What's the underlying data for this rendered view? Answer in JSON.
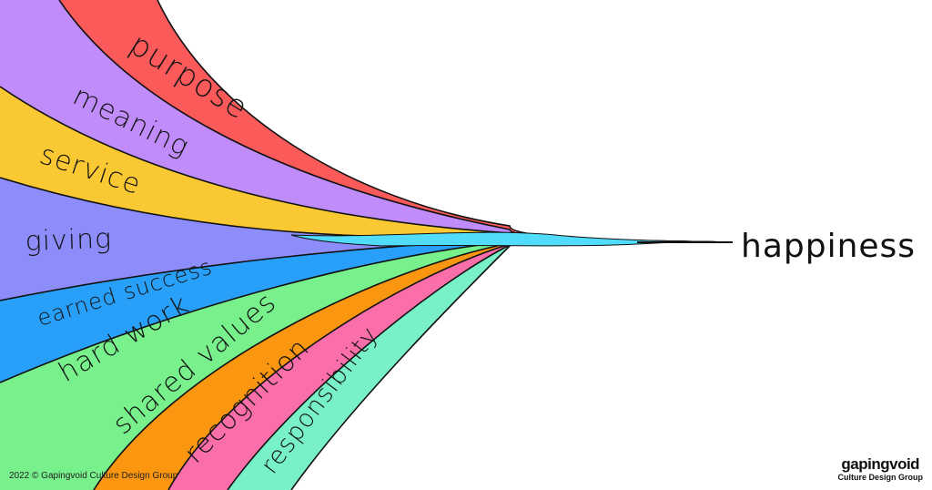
{
  "bands": [
    {
      "id": "purpose",
      "label": "purpose",
      "color": "#fa5a5a"
    },
    {
      "id": "meaning",
      "label": "meaning",
      "color": "#c08cfa"
    },
    {
      "id": "service",
      "label": "service",
      "color": "#fac832"
    },
    {
      "id": "giving",
      "label": "giving",
      "color": "#8c8cfa"
    },
    {
      "id": "earned-success",
      "label": "earned success",
      "color": "#28a0fa"
    },
    {
      "id": "hard-work",
      "label": "hard work",
      "color": "#78f08c"
    },
    {
      "id": "shared-values",
      "label": "shared values",
      "color": "#fa960f"
    },
    {
      "id": "recognition",
      "label": "recognition",
      "color": "#fa6eaa"
    },
    {
      "id": "responsibility",
      "label": "responsibility",
      "color": "#78f0c8"
    }
  ],
  "accent_strand_color": "#50dcfa",
  "target": {
    "label": "happiness"
  },
  "footer": {
    "copyright": "2022 © Gapingvoid Culture Design Group",
    "brand_name": "gapingvoid",
    "brand_sub": "Culture Design Group"
  }
}
